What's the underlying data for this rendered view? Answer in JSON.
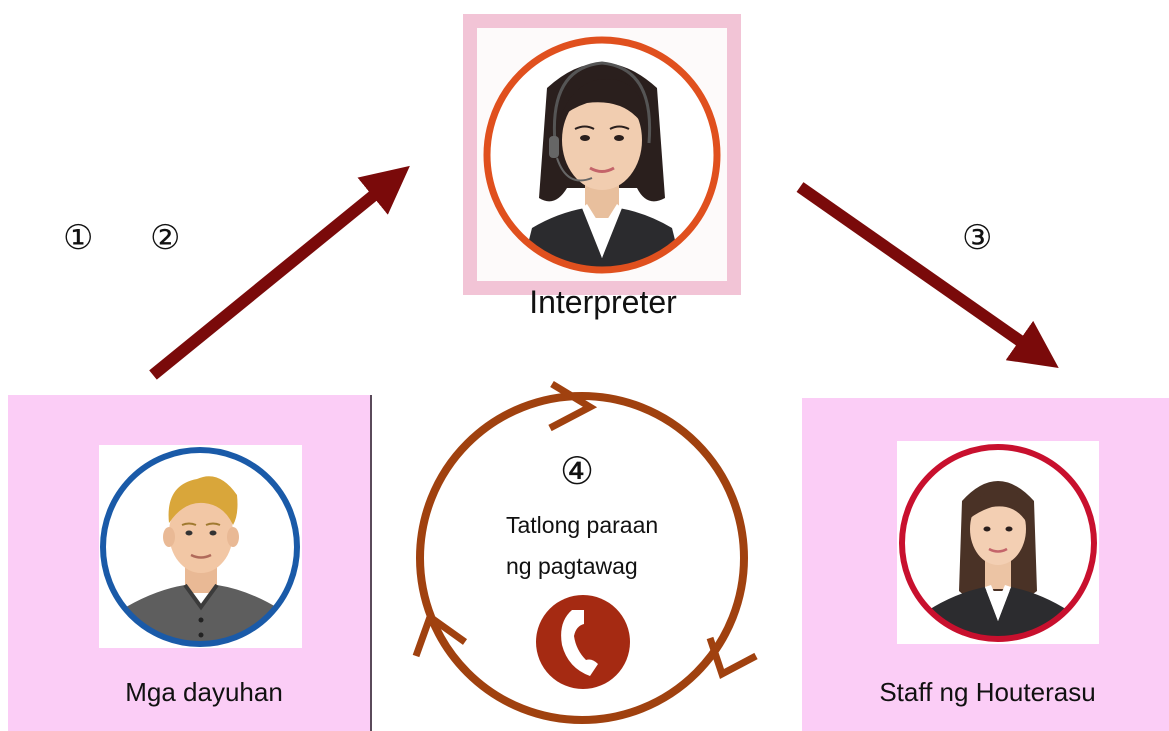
{
  "steps": {
    "step1": "①",
    "step2": "②",
    "step3": "③",
    "step4": "④"
  },
  "interpreter": {
    "label": "Interpreter",
    "ring_color": "#e0501e",
    "frame_color": "#f2c4d6"
  },
  "foreigner": {
    "label": "Mga dayuhan",
    "ring_color": "#1a5aa8",
    "panel_color": "#fbcdf6"
  },
  "staff": {
    "label": "Staff ng Houterasu",
    "ring_color": "#c8102e",
    "panel_color": "#fbcdf6"
  },
  "cycle": {
    "line1": "Tatlong paraan",
    "line2": "ng pagtawag",
    "ring_color": "#a0410f",
    "icon": "phone-icon"
  },
  "colors": {
    "arrow": "#7a0a0a"
  }
}
